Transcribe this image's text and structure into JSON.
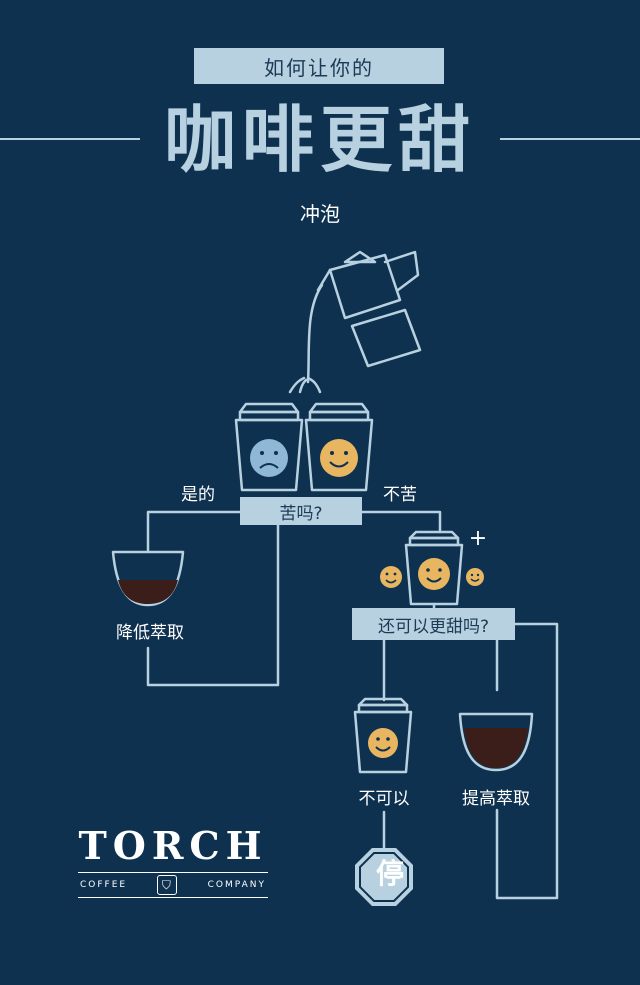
{
  "header": {
    "subtitle": "如何让你的",
    "title": "咖啡更甜",
    "method": "冲泡"
  },
  "flow": {
    "question_bitter": "苦吗?",
    "yes_label": "是的",
    "no_label": "不苦",
    "reduce_extraction": "降低萃取",
    "question_sweeter": "还可以更甜吗?",
    "cannot": "不可以",
    "increase_extraction": "提高萃取",
    "stop": "停",
    "plus": "+"
  },
  "brand": {
    "name": "TORCH",
    "left_word": "COFFEE",
    "right_word": "COMPANY"
  },
  "colors": {
    "background": "#0f3150",
    "line": "#b8d1e0",
    "smile": "#e8b661",
    "sad": "#8fb7d6",
    "coffee": "#3b1e1a"
  }
}
